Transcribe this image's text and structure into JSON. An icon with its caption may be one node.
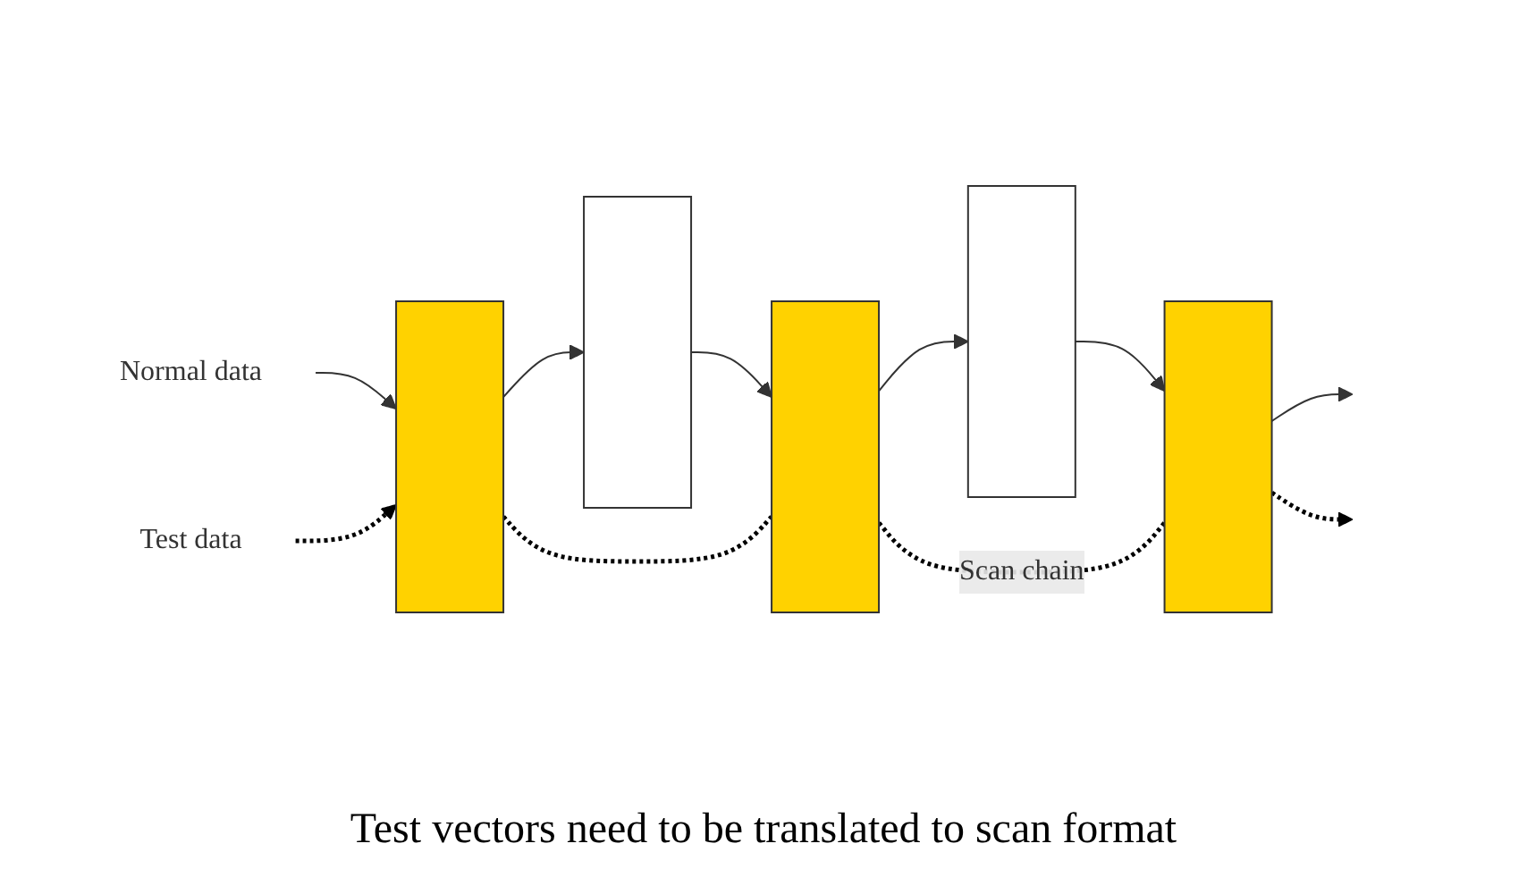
{
  "diagram": {
    "caption": "Test vectors need to be translated to scan format",
    "nodes": [
      {
        "text": [
          "Normal data"
        ]
      },
      {
        "text": [],
        "shape": "box"
      },
      {
        "text": [],
        "shape": "box"
      },
      {
        "text": [],
        "shape": "box"
      },
      {
        "text": [],
        "shape": "box"
      },
      {
        "text": [],
        "shape": "box"
      },
      {
        "text": [
          "Test data"
        ]
      }
    ],
    "edges": [
      {
        "from": 0,
        "to": 1,
        "arrow": "to"
      },
      {
        "from": 1,
        "to": 2,
        "arrow": "to"
      },
      {
        "from": 2,
        "to": 3,
        "arrow": "to"
      },
      {
        "from": 3,
        "to": 4,
        "arrow": "to"
      },
      {
        "from": 4,
        "to": 5,
        "arrow": "to"
      },
      {
        "from": 5,
        "to": null,
        "arrow": "to"
      },
      {
        "from": 6,
        "to": 1,
        "arrow": "to",
        "style": "dashed"
      },
      {
        "from": 1,
        "to": 3,
        "arrow": "none",
        "style": "dashed"
      },
      {
        "from": 3,
        "to": 5,
        "arrow": "none",
        "style": "dashed",
        "label": "Scan chain"
      },
      {
        "from": 5,
        "to": null,
        "arrow": "to",
        "style": "dashed"
      }
    ]
  }
}
